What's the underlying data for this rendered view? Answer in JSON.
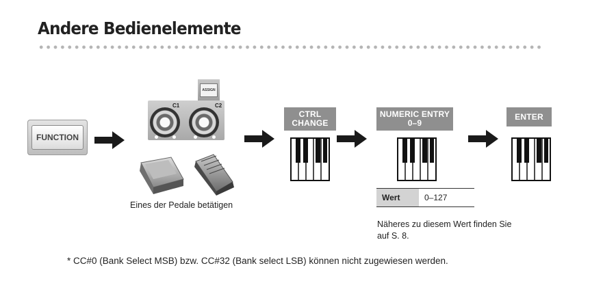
{
  "title": "Andere Bedienelemente",
  "steps": {
    "function_button": "FUNCTION",
    "assign_button": "ASSIGN",
    "knob_c1": "C1",
    "knob_c2": "C2",
    "ctrl_change_line1": "CTRL",
    "ctrl_change_line2": "CHANGE",
    "numeric_entry_line1": "NUMERIC ENTRY",
    "numeric_entry_line2": "0–9",
    "enter_button": "ENTER"
  },
  "pedal_caption": "Eines der Pedale betätigen",
  "value_table": {
    "key": "Wert",
    "value": "0–127"
  },
  "info_line1": "Näheres zu diesem Wert finden Sie",
  "info_line2": "auf S. 8.",
  "footnote": "*  CC#0 (Bank Select MSB) bzw. CC#32 (Bank select LSB) können nicht zugewiesen werden.",
  "colors": {
    "label_bg": "#8f8f8f",
    "dots": "#b5b5b5",
    "text": "#222222"
  },
  "icons": [
    "arrow-right-icon",
    "pedal-icon",
    "expression-pedal-icon",
    "keyboard-icon",
    "knob-icon"
  ]
}
